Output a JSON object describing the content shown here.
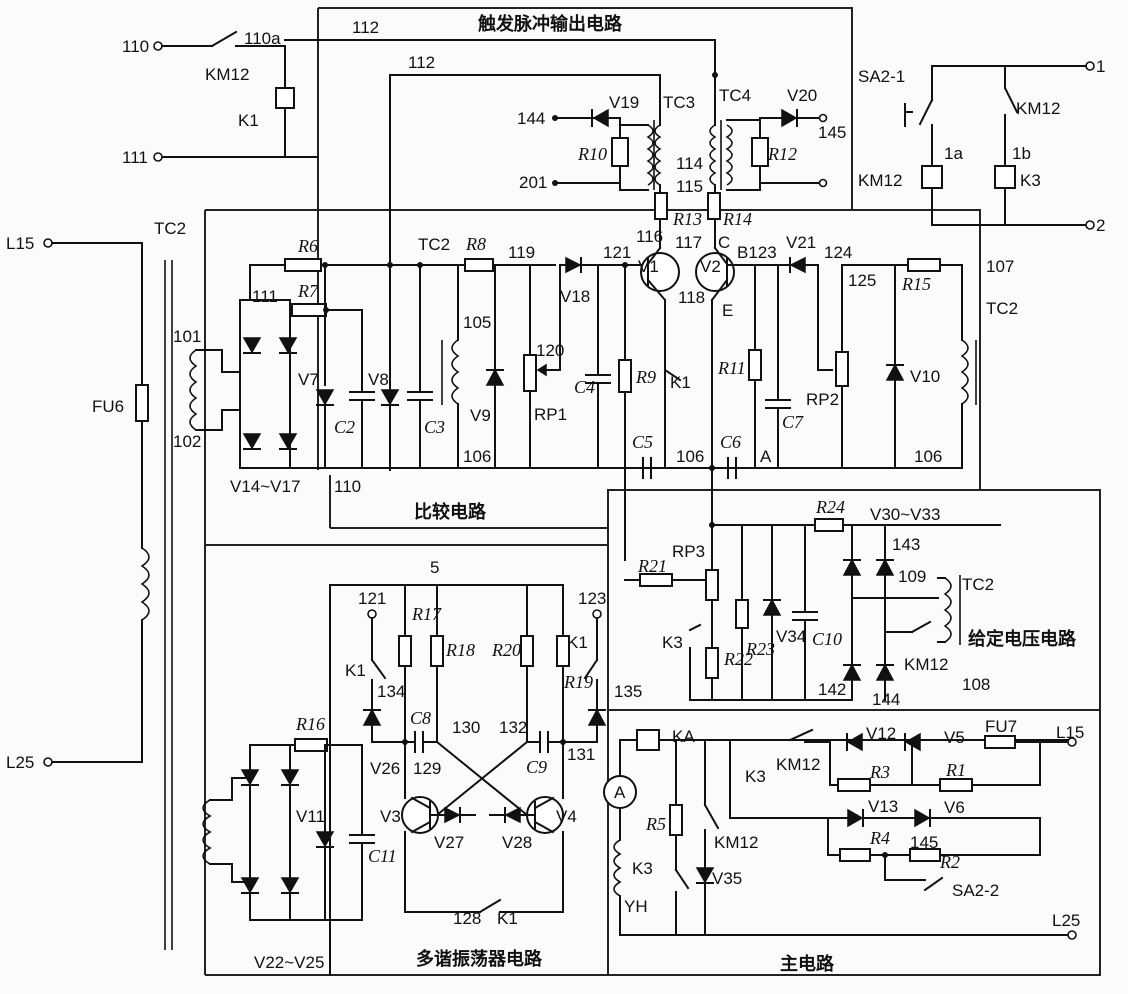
{
  "sections": {
    "trigger_output": "触发脉冲输出电路",
    "comparison": "比较电路",
    "reference_voltage": "给定电压电路",
    "multivibrator": "多谐振荡器电路",
    "main": "主电路"
  },
  "terminals": {
    "t110": "110",
    "t110a": "110a",
    "t111": "111",
    "t112a": "112",
    "t112b": "112",
    "t144a": "144",
    "t145": "145",
    "t201": "201",
    "t1": "1",
    "t1a": "1a",
    "t1b": "1b",
    "t2": "2",
    "L15a": "L15",
    "L25a": "L25",
    "L15b": "L15",
    "L25b": "L25",
    "n101": "101",
    "n102": "102",
    "n111": "111",
    "n110": "110",
    "n105": "105",
    "n106a": "106",
    "n106b": "106",
    "n106c": "106",
    "n119": "119",
    "n120": "120",
    "n121a": "121",
    "n114": "114",
    "n115": "115",
    "n116": "116",
    "n117": "117",
    "n118": "118",
    "nB123": "B123",
    "n124": "124",
    "n125": "125",
    "n107": "107",
    "nC": "C",
    "nE": "E",
    "nA": "A",
    "n121b": "121",
    "n123b": "123",
    "n134": "134",
    "n135": "135",
    "n129": "129",
    "n130": "130",
    "n132": "132",
    "n131": "131",
    "n128": "128",
    "n143": "143",
    "n109": "109",
    "n142": "142",
    "n144b": "144",
    "n108": "108",
    "n5": "5"
  },
  "components": {
    "KM12_top": "KM12",
    "K1_top": "K1",
    "SA2_1": "SA2-1",
    "KM12_r1": "KM12",
    "KM12_r2": "KM12",
    "K3_r": "K3",
    "V19": "V19",
    "TC3": "TC3",
    "TC4": "TC4",
    "V20": "V20",
    "R10": "R10",
    "R12": "R12",
    "R13": "R13",
    "R14": "R14",
    "TC2_a": "TC2",
    "TC2_b": "TC2",
    "TC2_c": "TC2",
    "TC2_d": "TC2",
    "FU6": "FU6",
    "R6": "R6",
    "R7": "R7",
    "R8": "R8",
    "V7": "V7",
    "V8": "V8",
    "V9": "V9",
    "V10": "V10",
    "C2": "C2",
    "C3": "C3",
    "C4": "C4",
    "C5": "C5",
    "C6": "C6",
    "C7": "C7",
    "RP1": "RP1",
    "RP2": "RP2",
    "RP3": "RP3",
    "V18": "V18",
    "V21": "V21",
    "R9": "R9",
    "K1_cmp": "K1",
    "V1": "V1",
    "V2": "V2",
    "R11": "R11",
    "R15": "R15",
    "V14_17": "V14~V17",
    "R24": "R24",
    "V30_33": "V30~V33",
    "R21": "R21",
    "K3_g": "K3",
    "R22": "R22",
    "R23": "R23",
    "V34": "V34",
    "C10": "C10",
    "KM12_g": "KM12",
    "K1_m1": "K1",
    "R17": "R17",
    "R18": "R18",
    "R20": "R20",
    "K1_m2": "K1",
    "R19": "R19",
    "C8": "C8",
    "C9": "C9",
    "V26": "V26",
    "V3": "V3",
    "V27": "V27",
    "V28": "V28",
    "V4": "V4",
    "K1_m3": "K1",
    "R16": "R16",
    "V11": "V11",
    "C11": "C11",
    "V22_25": "V22~V25",
    "KA": "KA",
    "A_meter": "A",
    "R5": "R5",
    "KM12_m": "KM12",
    "K3_m": "K3",
    "K3_m2": "K3",
    "KM12_m2": "KM12",
    "V35": "V35",
    "YH": "YH",
    "V12": "V12",
    "V5": "V5",
    "FU7": "FU7",
    "R3": "R3",
    "R1": "R1",
    "V13": "V13",
    "V6": "V6",
    "R4": "R4",
    "R2": "R2",
    "SA2_2": "SA2-2"
  }
}
